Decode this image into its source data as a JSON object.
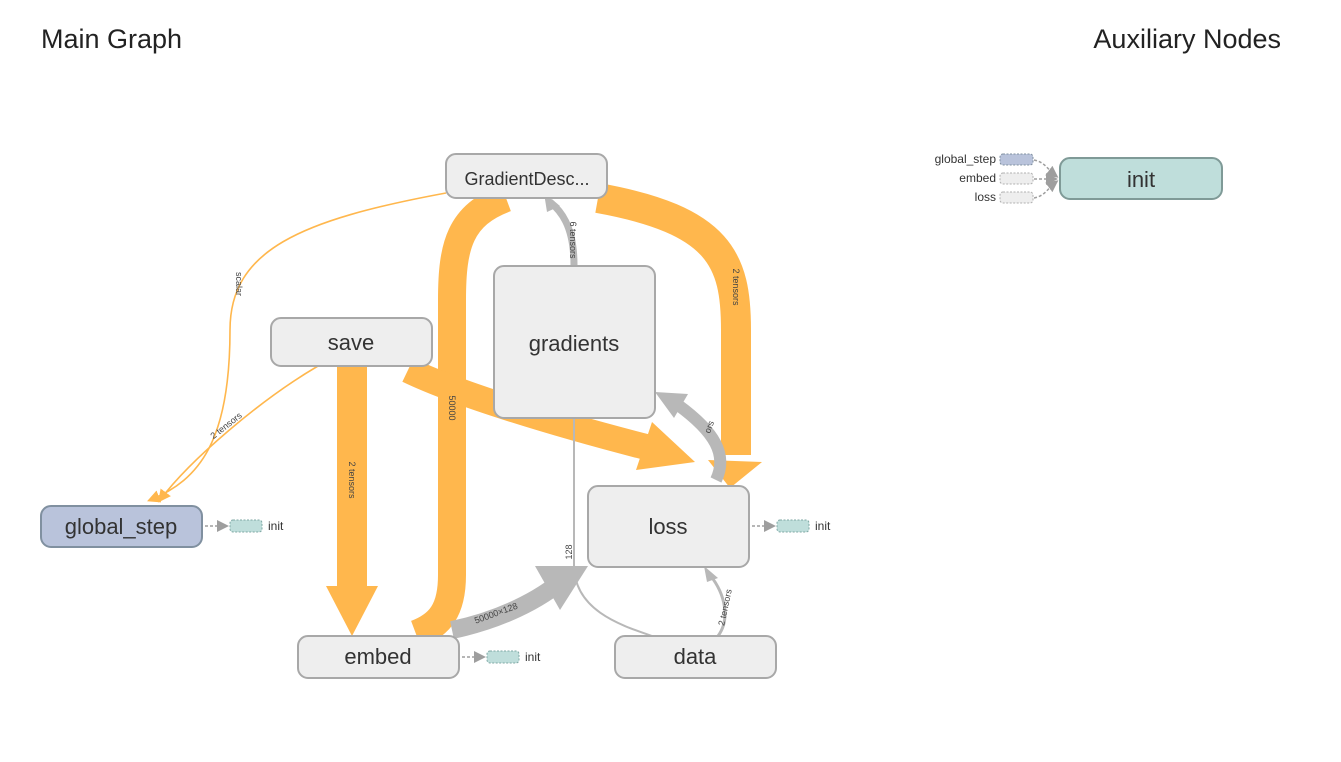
{
  "main_graph": {
    "title": "Main Graph",
    "nodes": {
      "gradient_descent": "GradientDesc...",
      "gradients": "gradients",
      "save": "save",
      "global_step": "global_step",
      "loss": "loss",
      "embed": "embed",
      "data": "data"
    },
    "edge_labels": {
      "scalar": "scalar",
      "gradients_to_gd": "6 tensors",
      "gd_to_loss": "2 tensors",
      "save_to_global_step": "2 tensors",
      "save_to_embed": "2 tensors",
      "gd_to_embed": "50000",
      "loss_to_gradients": "ors",
      "gradients_to_data": "128",
      "embed_to_loss": "50000×128",
      "data_to_loss": "2 tensors"
    },
    "init_stub_label": "init"
  },
  "auxiliary": {
    "title": "Auxiliary Nodes",
    "init_node": "init",
    "inputs": [
      "global_step",
      "embed",
      "loss"
    ]
  },
  "colors": {
    "ref_edge": "#ffb74d",
    "data_edge": "#b8b8b8",
    "node_fill": "#eeeeee",
    "node_stroke": "#a8a8a8",
    "global_step_fill": "#b9c3db",
    "init_fill": "#bfdedb"
  }
}
